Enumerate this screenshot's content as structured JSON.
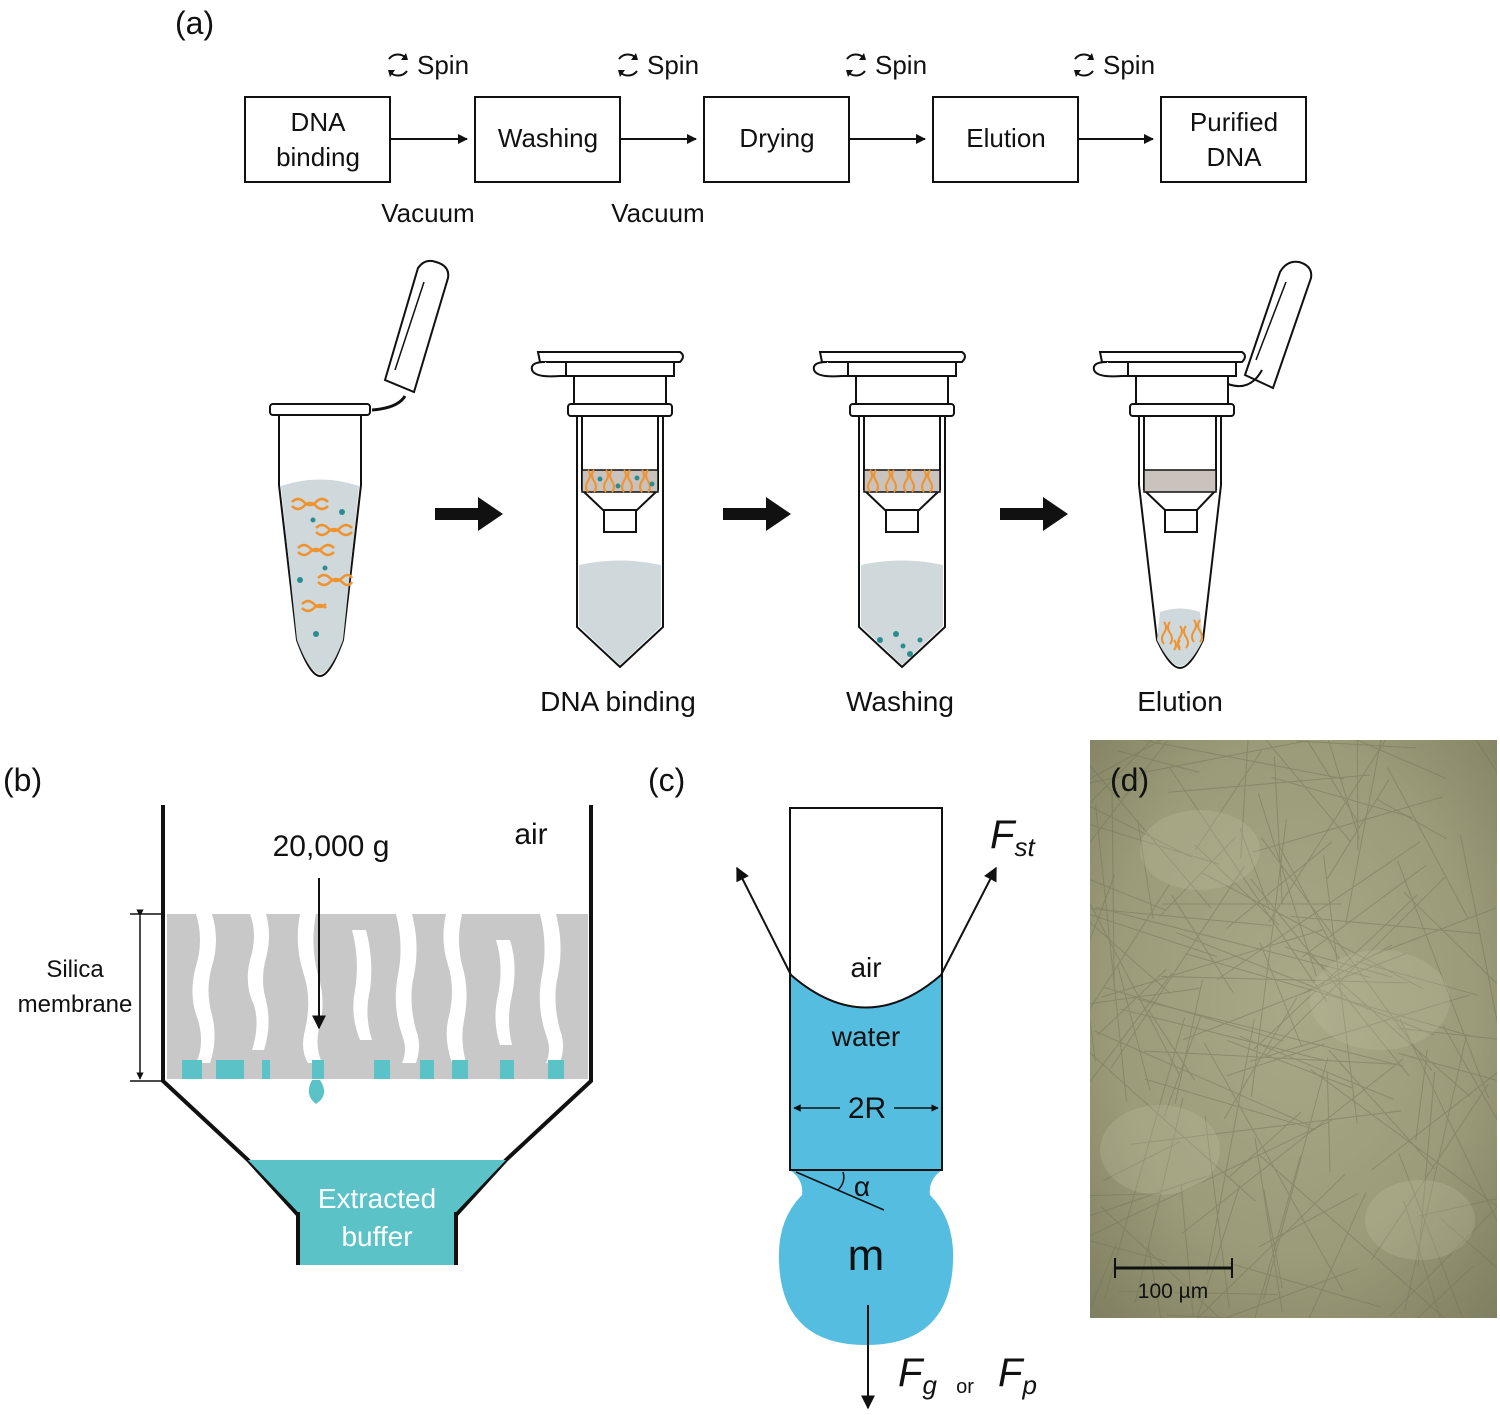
{
  "panels": {
    "a": "(a)",
    "b": "(b)",
    "c": "(c)",
    "d": "(d)"
  },
  "flow": {
    "steps": [
      {
        "line1": "DNA",
        "line2": "binding"
      },
      {
        "line1": "Washing",
        "line2": ""
      },
      {
        "line1": "Drying",
        "line2": ""
      },
      {
        "line1": "Elution",
        "line2": ""
      },
      {
        "line1": "Purified",
        "line2": "DNA"
      }
    ],
    "spin_label": "Spin",
    "vacuum_label": "Vacuum"
  },
  "tubes": {
    "captions": [
      "DNA binding",
      "Washing",
      "Elution"
    ]
  },
  "panel_b": {
    "force": "20,000 g",
    "air": "air",
    "membrane_line1": "Silica",
    "membrane_line2": "membrane",
    "buffer_line1": "Extracted",
    "buffer_line2": "buffer"
  },
  "panel_c": {
    "air": "air",
    "water": "water",
    "radius": "2R",
    "alpha": "α",
    "mass": "m",
    "fst_main": "F",
    "fst_sub": "st",
    "fg_main": "F",
    "fg_sub": "g",
    "or": "or",
    "fp_main": "F",
    "fp_sub": "p"
  },
  "panel_d": {
    "scalebar": "100 µm"
  },
  "colors": {
    "liquid": "#cfd8db",
    "teal": "#5bc2c8",
    "water_blue": "#55bde0",
    "silica": "#c8c8c8",
    "dna": "#f0922d",
    "micro": "#9a9a78"
  }
}
